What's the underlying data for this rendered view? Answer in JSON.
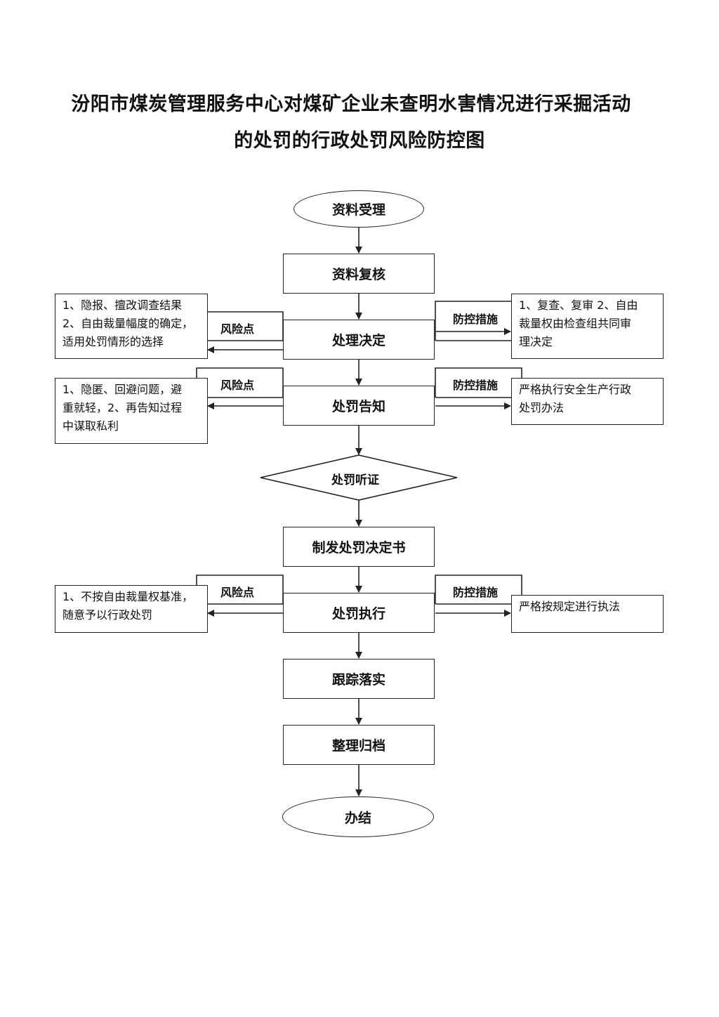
{
  "title": {
    "line1": "汾阳市煤炭管理服务中心对煤矿企业未查明水害情况进行采掘活动",
    "line2": "的处罚的行政处罚风险防控图"
  },
  "flow": {
    "start": "资料受理",
    "review": "资料复核",
    "decision": "处理决定",
    "notice": "处罚告知",
    "hearing": "处罚听证",
    "issue": "制发处罚决定书",
    "execute": "处罚执行",
    "track": "跟踪落实",
    "archive": "整理归档",
    "end": "办结"
  },
  "labels": {
    "risk": "风险点",
    "control": "防控措施"
  },
  "risks": {
    "decision": [
      "1、隐报、擅改调查结果",
      "2、自由裁量幅度的确定，",
      "适用处罚情形的选择"
    ],
    "notice": [
      "1、隐匿、回避问题，避",
      "重就轻，2、再告知过程",
      "中谋取私利"
    ],
    "execute": [
      "1、不按自由裁量权基准，",
      "随意予以行政处罚"
    ]
  },
  "controls": {
    "decision": [
      "1、复查、复审 2、自由",
      "裁量权由检查组共同审",
      "理决定"
    ],
    "notice": [
      "严格执行安全生产行政",
      "处罚办法"
    ],
    "execute": [
      "严格按规定进行执法"
    ]
  }
}
